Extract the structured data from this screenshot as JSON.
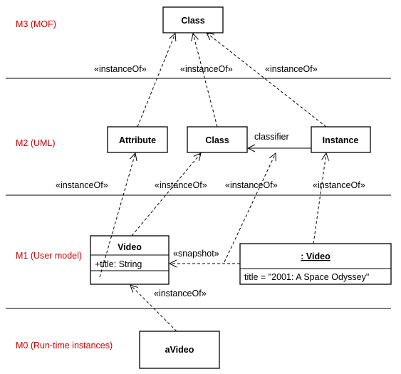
{
  "levels": {
    "m3": "M3 (MOF)",
    "m2": "M2 (UML)",
    "m1": "M1 (User model)",
    "m0": "M0 (Run-time instances)"
  },
  "boxes": {
    "mof_class": "Class",
    "attribute": "Attribute",
    "uml_class": "Class",
    "instance": "Instance",
    "video": "Video",
    "video_attr": "+title: String",
    "video_instance": ": Video",
    "video_instance_slot": "title = \"2001: A Space Odyssey\"",
    "avideo": "aVideo"
  },
  "labels": {
    "instance_of": "«instanceOf»",
    "classifier": "classifier",
    "snapshot": "«snapshot»"
  }
}
